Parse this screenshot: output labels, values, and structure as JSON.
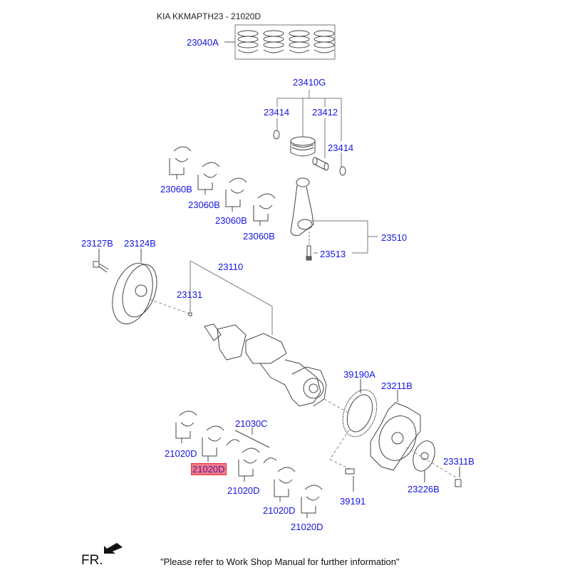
{
  "diagram": {
    "title": "KIA KKMAPTH23 - 21020D",
    "highlight_color": "#f27a86",
    "label_color": "#1515e0",
    "labels": {
      "piston_ring_set": "23040A",
      "piston_assy": "23410G",
      "snap_ring_left": "23414",
      "piston_pin": "23412",
      "snap_ring_right": "23414",
      "conrod_bearing_1": "23060B",
      "conrod_bearing_2": "23060B",
      "conrod_bearing_3": "23060B",
      "conrod_bearing_4": "23060B",
      "connecting_rod_assy": "23510",
      "conrod_bolt": "23513",
      "pulley_bolt": "23127B",
      "crank_pulley": "23124B",
      "crankshaft": "23110",
      "crankshaft_key": "23131",
      "ring_gear": "39190A",
      "drive_plate": "23211B",
      "ring_gear_bolt": "39191",
      "drive_plate_adapter": "23226B",
      "drive_plate_bolt": "23311B",
      "thrust_washer": "21030C",
      "main_bearing_1": "21020D",
      "main_bearing_2": "21020D",
      "main_bearing_3": "21020D",
      "main_bearing_4": "21020D",
      "main_bearing_5": "21020D"
    },
    "front_marker": "FR.",
    "footer_note": "\"Please refer to Work Shop Manual for further information\""
  }
}
